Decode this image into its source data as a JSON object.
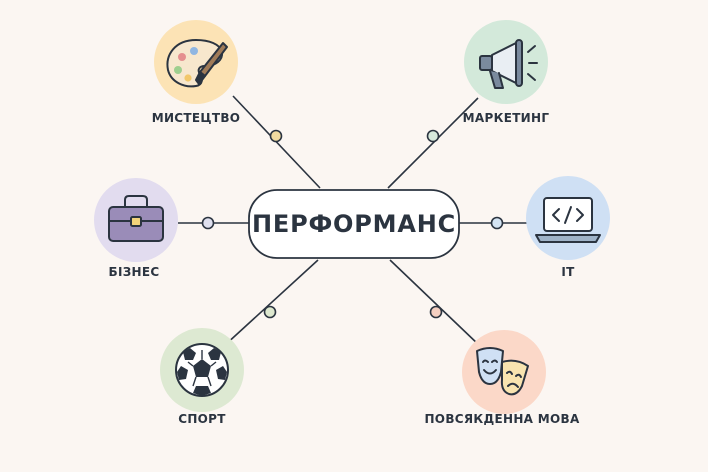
{
  "center": {
    "label": "ПЕРФОРМАНС"
  },
  "nodes": [
    {
      "id": "art",
      "label": "МИСТЕЦТВО",
      "icon": "palette-icon",
      "color": "#fce3b5",
      "dot": "#f1dba0"
    },
    {
      "id": "marketing",
      "label": "МАРКЕТИНГ",
      "icon": "megaphone-icon",
      "color": "#d3e9da",
      "dot": "#d7e9dc"
    },
    {
      "id": "business",
      "label": "БІЗНЕС",
      "icon": "briefcase-icon",
      "color": "#e2dcef",
      "dot": "#dfe0ef"
    },
    {
      "id": "it",
      "label": "IT",
      "icon": "laptop-code-icon",
      "color": "#cfe0f4",
      "dot": "#d4e4f3"
    },
    {
      "id": "sport",
      "label": "СПОРТ",
      "icon": "soccer-ball-icon",
      "color": "#dde9d2",
      "dot": "#dde8cf"
    },
    {
      "id": "everyday",
      "label": "ПОВСЯКДЕННА МОВА",
      "icon": "theater-masks-icon",
      "color": "#fbd8c8",
      "dot": "#f4cfc1"
    }
  ]
}
